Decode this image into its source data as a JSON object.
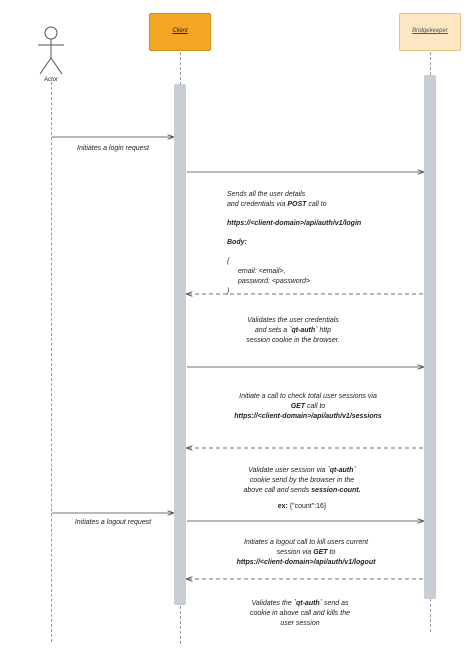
{
  "participants": {
    "actor": {
      "label": "Actor"
    },
    "client": {
      "label": "Client",
      "fill": "#f5a623"
    },
    "bridgekeeper": {
      "label": "Bridgekeeper",
      "fill": "#fde6c2"
    }
  },
  "messages": {
    "m1": {
      "label": "Initiates a login request"
    },
    "m2": {
      "line1": "Sends all the user details",
      "line2_pre": "and credentials via ",
      "line2_bold": "POST",
      "line2_post": " call to",
      "url": "https://<client-domain>/api/auth/v1/login",
      "body_label": "Body:",
      "brace_open": "{",
      "field1": "email: <email>,",
      "field2": "password:  <password>",
      "brace_close": "}"
    },
    "m3": {
      "line1": "Validates the user credentials",
      "line2_pre": "and sets a ",
      "line2_bold": "`qt-auth`",
      "line2_post": " http",
      "line3": "session cookie in the browser."
    },
    "m4": {
      "line1": "Initiate a call to check total user sessions via",
      "line2_bold": "GET",
      "line2_post": " call to",
      "url": "https://<client-domain>/api/auth/v1/sessions"
    },
    "m5": {
      "line1_pre": "Validate user session via ",
      "line1_bold": "`qt-auth`",
      "line2": "cookie send by the browser in the",
      "line3_pre": "above call and sends ",
      "line3_bold": "session-count.",
      "ex_label": "ex:",
      "ex_value": " {\"count\":16}"
    },
    "m6": {
      "label": "Initiates a logout request"
    },
    "m7": {
      "line1": "Initiates a logout call to kill users current",
      "line2_pre": "session via ",
      "line2_bold": "GET",
      "line2_post": " to",
      "url": "https://<client-domain>/api/auth/v1/logout"
    },
    "m8": {
      "line1_pre": "Validates the ",
      "line1_bold": "`qt-auth`",
      "line1_post": " send as",
      "line2": "cookie in above call and kills the",
      "line3": "user session"
    }
  }
}
